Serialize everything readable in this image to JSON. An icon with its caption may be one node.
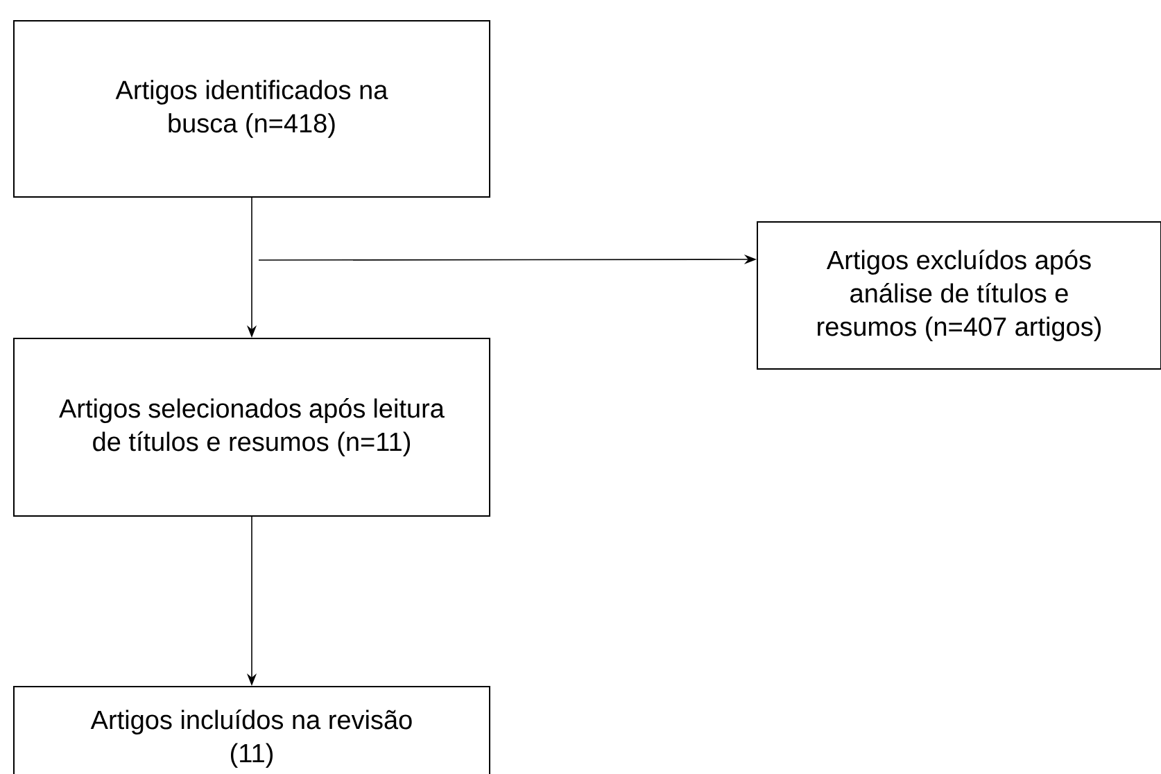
{
  "diagram": {
    "nodes": [
      {
        "text": [
          "Artigos identificados na busca (n=418)"
        ]
      },
      {
        "text": [
          "Artigos excluídos após análise de títulos e resumos (n=407 artigos)"
        ]
      },
      {
        "text": [
          "Artigos selecionados após leitura de títulos e resumos (n=11)"
        ]
      },
      {
        "text": [
          "Artigos incluídos na revisão (11)"
        ]
      }
    ],
    "edges": [
      {
        "from": 0,
        "to": 2,
        "arrow": "to"
      },
      {
        "from": 0,
        "to": 1,
        "arrow": "to"
      },
      {
        "from": 2,
        "to": 3,
        "arrow": "to"
      }
    ]
  }
}
